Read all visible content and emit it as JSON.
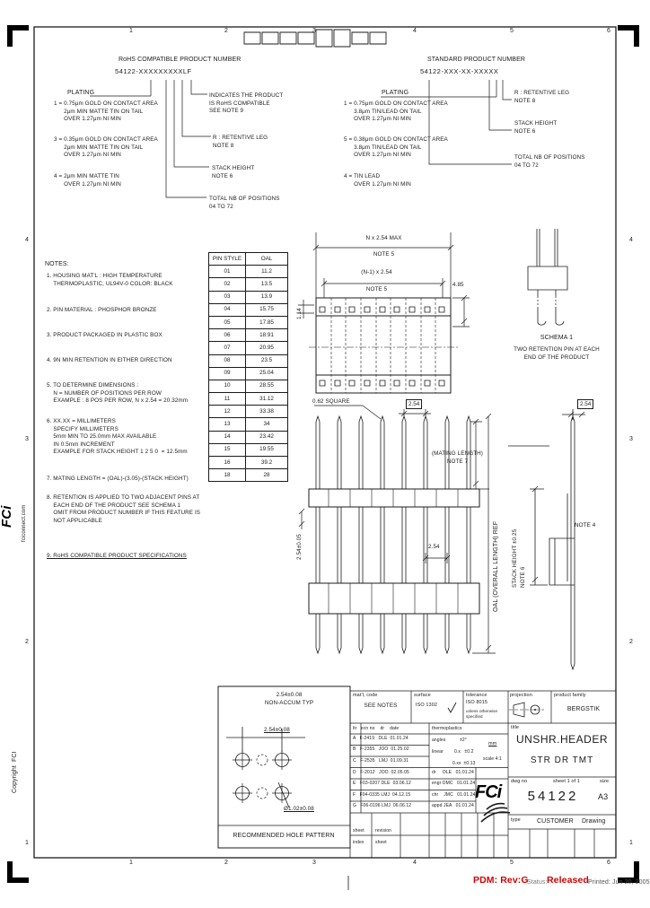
{
  "zones": {
    "top": [
      "1",
      "2",
      "3",
      "4",
      "5",
      "6"
    ],
    "bottom": [
      "1",
      "2",
      "3",
      "4",
      "5",
      "6"
    ],
    "left": [
      "4",
      "3",
      "2",
      "1"
    ],
    "right": [
      "4",
      "3",
      "2",
      "1"
    ]
  },
  "header": {
    "rohs_title": "RoHS COMPATIBLE PRODUCT NUMBER",
    "rohs_number": "54122-XXXXXXXXXLF",
    "std_title": "STANDARD PRODUCT NUMBER",
    "std_number": "54122-XXX-XX-XXXXX"
  },
  "plating_left": {
    "label": "PLATING",
    "opt1": "1 = 0.75μm GOLD ON CONTACT AREA\n      2μm MIN MATTE TIN ON TAIL\n      OVER 1.27μm NI MIN",
    "opt3": "3 = 0.35μm GOLD ON CONTACT AREA\n      2μm MIN MATTE TIN ON TAIL\n      OVER 1.27μm NI MIN",
    "opt4": "4 = 2μm MIN MATTE TIN\n      OVER 1.27μm NI MIN"
  },
  "plating_right": {
    "label": "PLATING",
    "opt1": "1 = 0.75μm GOLD ON CONTACT AREA\n      3.8μm TIN/LEAD ON TAIL\n      OVER 1.27μm NI MIN",
    "opt5": "5 = 0.38μm GOLD ON CONTACT AREA\n      3.8μm TIN/LEAD ON TAIL\n      OVER 1.27μm NI MIN",
    "opt4": "4 = TIN LEAD\n      OVER 1.27μm NI MIN"
  },
  "callouts_left": {
    "c1": "INDICATES THE PRODUCT\nIS RoHS COMPATIBLE\nSEE NOTE 9",
    "c2": "R : RETENTIVE LEG\nNOTE 8",
    "c3": "STACK HEIGHT\nNOTE 6",
    "c4": "TOTAL NB OF POSITIONS\n04 TO 72"
  },
  "callouts_right": {
    "c1": "R : RETENTIVE LEG\nNOTE 8",
    "c2": "STACK HEIGHT\nNOTE 6",
    "c3": "TOTAL NB OF POSITIONS\n04 TO 72"
  },
  "notes": {
    "title": "NOTES:",
    "n1": "1. HOUSING MAT'L : HIGH TEMPERATURE\n    THERMOPLASTIC, UL94V-0 COLOR: BLACK",
    "n2": "2. PIN MATERIAL : PHOSPHOR BRONZE",
    "n3": "3. PRODUCT PACKAGED IN PLASTIC BOX",
    "n4": "4. 9N MIN RETENTION IN EITHER DIRECTION",
    "n5": "5. TO DETERMINE DIMENSIONS :\n    N = NUMBER OF POSITIONS PER ROW\n    EXAMPLE : 8 POS PER ROW, N x 2.54 = 20.32mm",
    "n6": "6. XX.XX = MILLIMETERS\n    SPECIFY MILLIMETERS\n    5mm MIN TO 25.0mm MAX AVAILABLE\n    IN 0.5mm INCREMENT\n    EXAMPLE FOR STACK HEIGHT 1 2 5 0  = 12.5mm",
    "n7": "7. MATING LENGTH = (OAL)-(3.05)-(STACK HEIGHT)",
    "n8": "8. RETENTION IS APPLIED TO TWO ADJACENT PINS AT\n    EACH END OF THE PRODUCT SEE SCHEMA 1\n    OMIT FROM PRODUCT NUMBER IF THIS FEATURE IS\n    NOT APPLICABLE",
    "n9": "9. RoHS COMPATIBLE PRODUCT SPECIFICATIONS"
  },
  "pin_table": {
    "col1": "PIN STYLE",
    "col2": "OAL",
    "rows": [
      [
        "01",
        "11.2"
      ],
      [
        "02",
        "13.5"
      ],
      [
        "03",
        "13.9"
      ],
      [
        "04",
        "15.75"
      ],
      [
        "05",
        "17.85"
      ],
      [
        "06",
        "18.91"
      ],
      [
        "07",
        "20.95"
      ],
      [
        "08",
        "23.5"
      ],
      [
        "09",
        "25.04"
      ],
      [
        "10",
        "28.55"
      ],
      [
        "11",
        "31.12"
      ],
      [
        "12",
        "33.38"
      ],
      [
        "13",
        "34"
      ],
      [
        "14",
        "23.42"
      ],
      [
        "15",
        "19.55"
      ],
      [
        "16",
        "39.2"
      ],
      [
        "18",
        "28"
      ]
    ]
  },
  "drawing_top": {
    "dim_overall": "N x 2.54 MAX",
    "note_a": "NOTE 5",
    "dim_pitch": "(N-1) x 2.54",
    "note_b": "NOTE 5",
    "dim_height": "4.85",
    "dim_left": "1.14"
  },
  "schema": {
    "title": "SCHEMA 1",
    "caption": "TWO RETENTION PIN AT EACH\nEND OF THE PRODUCT"
  },
  "drawing_side": {
    "sq": "0.62 SQUARE",
    "pitch_box": "2.54",
    "mating": "(MATING LENGTH)\nNOTE 7",
    "pitch2": "2.54",
    "left_dim": "2.54±0.05",
    "oal": "OAL (OVERALL LENGTH) REF"
  },
  "drawing_stack": {
    "pitch_box": "2.54",
    "note4": "NOTE 4",
    "stack": "STACK HEIGHT ±0.25\nNOTE 6"
  },
  "hole_pattern": {
    "dim_top": "2.54±0.08\nNON-ACCUM TYP",
    "dim_row": "2.54±0.08",
    "dim_hole": "Ø1.02±0.08",
    "caption": "RECOMMENDED HOLE PATTERN"
  },
  "title_block": {
    "matl_label": "mat'l, code",
    "matl_value": "SEE NOTES",
    "surface_label": "surface",
    "surface_value": "ISO 1302",
    "tol_label": "tolerance",
    "tol_value": "ISO 8015",
    "tol_note": "unless otherwise\nspecified",
    "projection_label": "projection",
    "family_label": "product family",
    "family_value": "BERGSTIK",
    "ltr_header": "ltr   ecn no    dr    date",
    "revisions": [
      "A   F-2419   DLE  01.01.24",
      "B   F-2355   JOO  01.25.02",
      "C   F-2535   LMJ  01.09.31",
      "D   F-2012   JOO  02.05.05",
      "E   F03-0207 DLE  03.06.12",
      "F   F04-0335 LMJ  04.12.15",
      "G   F06-0196 LMJ  06.06.12"
    ],
    "thermo": "thermoplastics",
    "angles_label": "angles",
    "angles_val": "±2°",
    "linear_label": "linear",
    "linear_val1": "0.x   ±0.2",
    "linear_val2": "0.xx  ±0.13",
    "mm": "mm",
    "scale": "scale 4:1",
    "appr_dr": "dr     DLE   01.01.24",
    "appr_engr": "engr DMC   01.01.24",
    "appr_chr": "chr    JMC   01.01.24",
    "appr_appd": "appd JEA   01.01.24",
    "logo": "FCi",
    "title_label": "title",
    "title1": "UNSHR.HEADER",
    "title2": "STR DR TMT",
    "dwg_label": "dwg no",
    "sheet_label": "sheet 1 of 1",
    "size_label": "size",
    "dwg_no": "54122",
    "size_value": "A3",
    "type_label": "type",
    "type_value": "CUSTOMER",
    "type_value2": "Drawing",
    "bl1": "sheet",
    "bl2": "index",
    "bl3": "revision",
    "bl4": "sheet"
  },
  "footer": {
    "pdm": "PDM: Rev:G",
    "status_label": "Status:",
    "status_value": "Released",
    "printed": "Printed: Jun 20, 2005"
  },
  "side": {
    "logo": "FCi",
    "web": "fciconnect.com",
    "copyright": "Copyright  FCI"
  }
}
